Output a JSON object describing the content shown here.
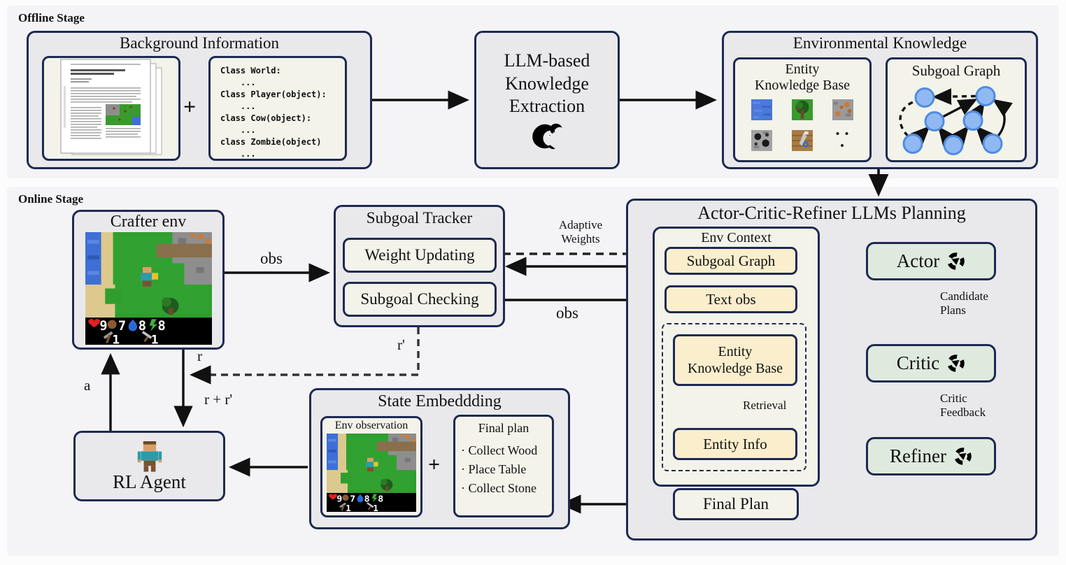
{
  "offline": {
    "label": "Offline Stage",
    "background_info": {
      "title": "Background Information",
      "plus": "+",
      "code": "Class World:\n    ...\nClass Player(object):\n    ...\nclass Cow(object):\n    ...\nclass Zombie(object)\n    ..."
    },
    "llm_extraction": {
      "line1": "LLM-based",
      "line2": "Knowledge",
      "line3": "Extraction"
    },
    "env_knowledge": {
      "title": "Environmental Knowledge",
      "entity_kb": {
        "title_line1": "Entity",
        "title_line2": "Knowledge Base",
        "ellipsis": "• • •"
      },
      "subgoal_graph": {
        "title": "Subgoal Graph"
      }
    }
  },
  "online": {
    "label": "Online Stage",
    "crafter_env": {
      "title": "Crafter env"
    },
    "subgoal_tracker": {
      "title": "Subgoal Tracker",
      "weight_updating": "Weight Updating",
      "subgoal_checking": "Subgoal Checking"
    },
    "state_embedding": {
      "title": "State Embeddding",
      "env_observation": "Env observation",
      "plus": "+",
      "final_plan_title": "Final plan",
      "final_plan_items": [
        "· Collect Wood",
        "· Place Table",
        "· Collect Stone"
      ]
    },
    "rl_agent": {
      "title": "RL Agent"
    },
    "planning": {
      "title": "Actor-Critic-Refiner LLMs Planning",
      "env_context": {
        "title": "Env Context",
        "subgoal_graph": "Subgoal Graph",
        "text_obs": "Text obs",
        "ekb_line1": "Entity",
        "ekb_line2": "Knowledge Base",
        "entity_info": "Entity Info"
      },
      "actor": "Actor",
      "critic": "Critic",
      "refiner": "Refiner",
      "final_plan": "Final Plan"
    }
  },
  "edge_labels": {
    "obs_env": "obs",
    "obs_checking": "obs",
    "adaptive_line1": "Adaptive",
    "adaptive_line2": "Weights",
    "r": "r",
    "r_prime": "r'",
    "r_plus_rprime": "r + r'",
    "a": "a",
    "candidate_line1": "Candidate",
    "candidate_line2": "Plans",
    "feedback_line1": "Critic",
    "feedback_line2": "Feedback",
    "retrieval": "Retrieval"
  },
  "hud": {
    "health": "9",
    "food": "7",
    "drink": "8",
    "energy": "8",
    "pickaxe": "1",
    "sword": "1"
  },
  "icons": [
    "whale-icon",
    "llm-spark-icon",
    "water-tile",
    "tree-tile",
    "iron-ore-tile",
    "coal-tile",
    "crafting-table-tile",
    "player-sprite"
  ],
  "colors": {
    "border_navy": "#1e2a52",
    "panel_gray": "#f4f4f6",
    "box_gray": "#e9e9ec",
    "cream": "#f3f3ea",
    "yellow": "#faeecd",
    "green": "#dfeade",
    "node_blue": "#90b9f4",
    "arrow_black": "#111111"
  }
}
